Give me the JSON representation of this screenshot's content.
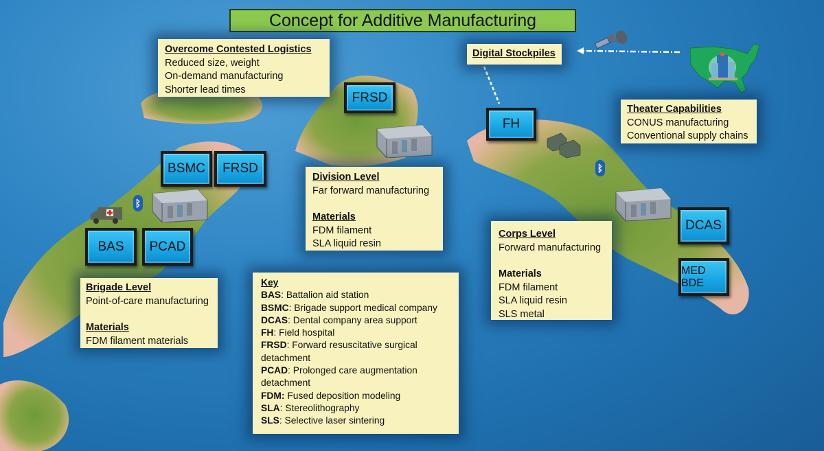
{
  "title": "Concept for Additive Manufacturing",
  "colors": {
    "ocean": "#2f86c4",
    "note_bg": "#f8f2be",
    "title_bg": "#8cc94f",
    "unit_bg": "#1aa8e6",
    "conus_green": "#1fa85a",
    "bluetooth": "#1d5fb2"
  },
  "logistics": {
    "heading": "Overcome Contested Logistics",
    "items": [
      "Reduced size, weight",
      "On-demand manufacturing",
      "Shorter lead times"
    ]
  },
  "digital_stockpiles": {
    "heading": "Digital Stockpiles"
  },
  "theater": {
    "heading": "Theater Capabilities",
    "items": [
      "CONUS manufacturing",
      "Conventional supply chains"
    ]
  },
  "brigade": {
    "heading": "Brigade Level",
    "description": "Point-of-care manufacturing",
    "materials_heading": "Materials",
    "materials": [
      "FDM filament materials"
    ]
  },
  "division": {
    "heading": "Division Level",
    "description": "Far forward manufacturing",
    "materials_heading": "Materials",
    "materials": [
      "FDM filament",
      "SLA liquid resin"
    ]
  },
  "corps": {
    "heading": "Corps Level",
    "description": "Forward manufacturing",
    "materials_heading": "Materials",
    "materials": [
      "FDM filament",
      "SLA liquid resin",
      "SLS metal"
    ]
  },
  "units": {
    "bsmc": "BSMC",
    "frsd_brigade": "FRSD",
    "bas": "BAS",
    "pcad": "PCAD",
    "frsd_division": "FRSD",
    "fh": "FH",
    "dcas": "DCAS",
    "med_bde": "MED BDE"
  },
  "icons": {
    "bluetooth": "bluetooth-icon",
    "satellite": "satellite-icon",
    "ambulance": "ambulance-icon",
    "container": "shipping-container-lab-icon",
    "tents": "field-tent-icon",
    "conus_map": "usa-map-hospital-icon"
  },
  "key": {
    "heading": "Key",
    "entries": [
      {
        "abbr": "BAS",
        "sep": ":",
        "text": " Battalion aid station"
      },
      {
        "abbr": "BSMC",
        "sep": ":",
        "text": " Brigade support medical company"
      },
      {
        "abbr": "DCAS",
        "sep": ":",
        "text": " Dental company area support"
      },
      {
        "abbr": "FH",
        "sep": ":",
        "text": " Field hospital"
      },
      {
        "abbr": "FRSD",
        "sep": ":",
        "text": " Forward resuscitative surgical detachment"
      },
      {
        "abbr": "PCAD",
        "sep": ":",
        "text": " Prolonged care augmentation detachment"
      },
      {
        "abbr": "FDM:",
        "sep": "",
        "text": " Fused deposition modeling"
      },
      {
        "abbr": "SLA",
        "sep": ":",
        "text": " Stereolithography"
      },
      {
        "abbr": "SLS",
        "sep": ":",
        "text": " Selective laser sintering"
      }
    ]
  }
}
